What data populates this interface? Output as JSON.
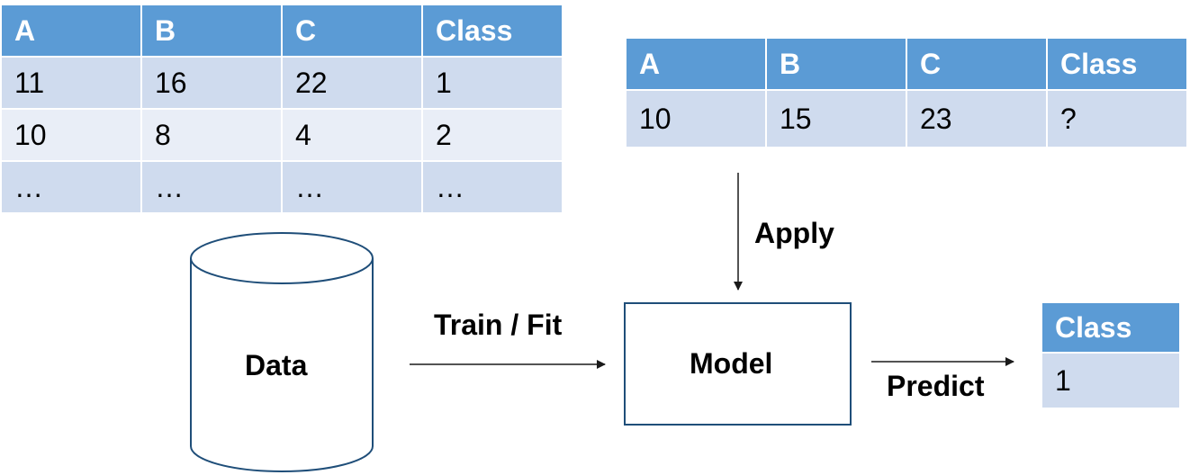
{
  "training_table": {
    "columns": [
      "A",
      "B",
      "C",
      "Class"
    ],
    "rows": [
      [
        "11",
        "16",
        "22",
        "1"
      ],
      [
        "10",
        "8",
        "4",
        "2"
      ],
      [
        "…",
        "…",
        "…",
        "…"
      ]
    ]
  },
  "apply_table": {
    "columns": [
      "A",
      "B",
      "C",
      "Class"
    ],
    "rows": [
      [
        "10",
        "15",
        "23",
        "?"
      ]
    ]
  },
  "result_table": {
    "columns": [
      "Class"
    ],
    "rows": [
      [
        "1"
      ]
    ]
  },
  "labels": {
    "data": "Data",
    "model": "Model",
    "train_fit": "Train / Fit",
    "apply": "Apply",
    "predict": "Predict"
  },
  "colors": {
    "header": "#5b9bd5",
    "row_odd": "#cfdbee",
    "row_even": "#e9eef7",
    "outline": "#1f4e79"
  }
}
